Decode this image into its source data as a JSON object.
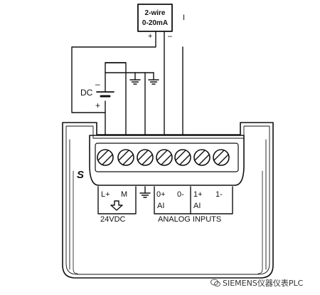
{
  "transducer": {
    "line1": "2-wire",
    "line2": "0-20mA",
    "current_label": "I"
  },
  "supply": {
    "label": "DC",
    "minus": "–",
    "plus": "+"
  },
  "transducer_terminals": {
    "plus": "+",
    "minus": "–"
  },
  "module": {
    "logo": "S",
    "power_terms": {
      "lplus": "L+",
      "m": "M",
      "label": "24VDC"
    },
    "inputs": {
      "ch0_plus": "0+",
      "ch0_minus": "0-",
      "ch1_plus": "1+",
      "ch1_minus": "1-",
      "ch0_ai": "AI",
      "ch1_ai": "AI",
      "label": "ANALOG INPUTS"
    }
  },
  "watermark": "SIEMENS仪器仪表PLC",
  "colors": {
    "line": "#111111",
    "background": "#ffffff"
  }
}
